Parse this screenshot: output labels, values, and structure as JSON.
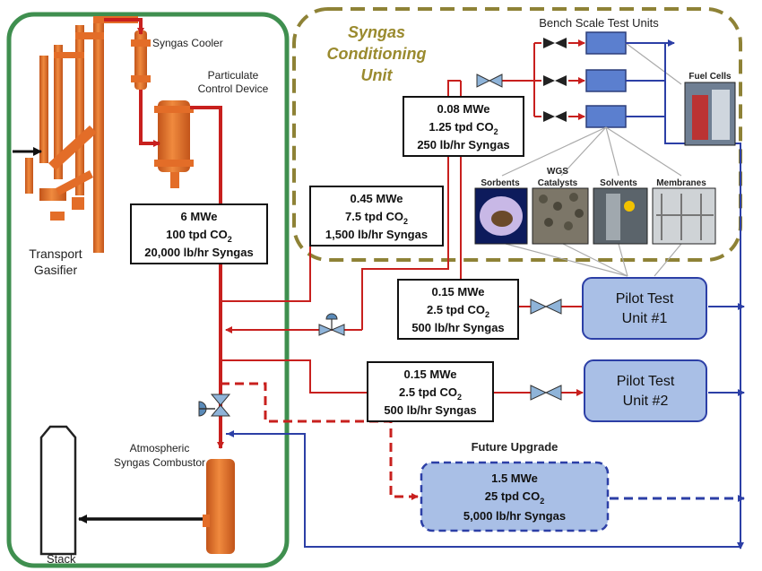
{
  "labels": {
    "syngas_cooler": "Syngas Cooler",
    "particulate_1": "Particulate",
    "particulate_2": "Control Device",
    "transport_1": "Transport",
    "transport_2": "Gasifier",
    "combustor_1": "Atmospheric",
    "combustor_2": "Syngas Combustor",
    "stack": "Stack",
    "scu_1": "Syngas",
    "scu_2": "Conditioning",
    "scu_3": "Unit",
    "bench": "Bench Scale Test Units",
    "fuel_cells": "Fuel Cells",
    "sorbents": "Sorbents",
    "wgs_1": "WGS",
    "wgs_2": "Catalysts",
    "solvents": "Solvents",
    "membranes": "Membranes",
    "future": "Future Upgrade"
  },
  "boxes": {
    "main": {
      "l1": "6 MWe",
      "l2": "100 tpd CO",
      "l3": "20,000 lb/hr Syngas"
    },
    "scu_feed": {
      "l1": "0.45 MWe",
      "l2": "7.5 tpd CO",
      "l3": "1,500 lb/hr Syngas"
    },
    "bench": {
      "l1": "0.08 MWe",
      "l2": "1.25 tpd CO",
      "l3": "250 lb/hr Syngas"
    },
    "pilot1": {
      "l1": "0.15 MWe",
      "l2": "2.5 tpd CO",
      "l3": "500 lb/hr Syngas"
    },
    "pilot2": {
      "l1": "0.15 MWe",
      "l2": "2.5 tpd CO",
      "l3": "500 lb/hr Syngas"
    },
    "future": {
      "l1": "1.5 MWe",
      "l2": "25 tpd CO",
      "l3": "5,000 lb/hr Syngas"
    }
  },
  "subscript": "2",
  "units": {
    "pilot1_1": "Pilot Test",
    "pilot1_2": "Unit #1",
    "pilot2_1": "Pilot Test",
    "pilot2_2": "Unit #2"
  },
  "colors": {
    "syngas_line": "#c8201e",
    "return_line": "#2c3fa6",
    "plant_border": "#3f8f4f",
    "scu_border": "#8e8236",
    "unit_fill": "#a9bfe6",
    "equipment": "#e36d28"
  }
}
